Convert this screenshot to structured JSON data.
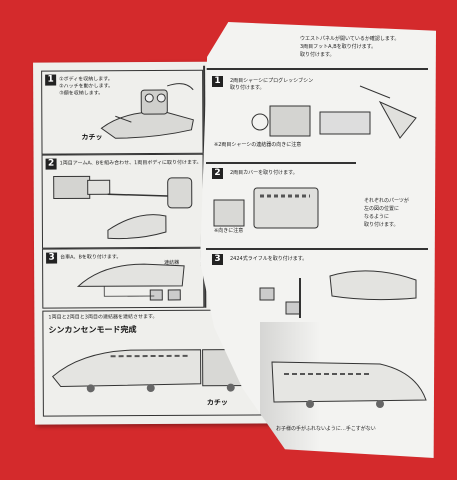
{
  "background": {
    "color": "#d42a2c"
  },
  "left_sheet": {
    "steps": [
      {
        "number": "1",
        "lines": [
          "①ボディを収納します。",
          "②ハッチを動かします。",
          "③顔を収納します。"
        ],
        "callout": "カチッ"
      },
      {
        "number": "2",
        "lines": [
          "1両目アームA、Bを組み合わせ、1両目ボディに取り付けます。"
        ]
      },
      {
        "number": "3",
        "lines": [
          "台車A、Bを取り付けます。"
        ],
        "label": "連結器"
      }
    ],
    "bottom": {
      "line": "1両目と2両目と3両目の連結器を連結させます。",
      "mode_title": "シンカンセンモード完成",
      "callout": "カチッ"
    }
  },
  "right_sheet": {
    "top_lines": [
      "ウエストパネルが開いているか確認します。",
      "3両目フットA,Bを取り付けます。",
      "取り付けます。"
    ],
    "steps": [
      {
        "number": "1",
        "lines": [
          "2両目シャーシにプログレッシブシン",
          "取り付けます。"
        ],
        "note": "※2両目シャーシの連結器の向きに注意"
      },
      {
        "number": "2",
        "lines": [
          "2両目カバーを取り付けます。"
        ],
        "note": "※向きに注意"
      },
      {
        "number": "3",
        "lines": [
          "2424式ライフルを取り付けます。"
        ]
      }
    ],
    "side_note": [
      "それぞれのパーツが",
      "左の図の位置に",
      "なるように",
      "取り付けます。"
    ],
    "bottom_note": "お子様の手がふれないように…手こすがない"
  }
}
